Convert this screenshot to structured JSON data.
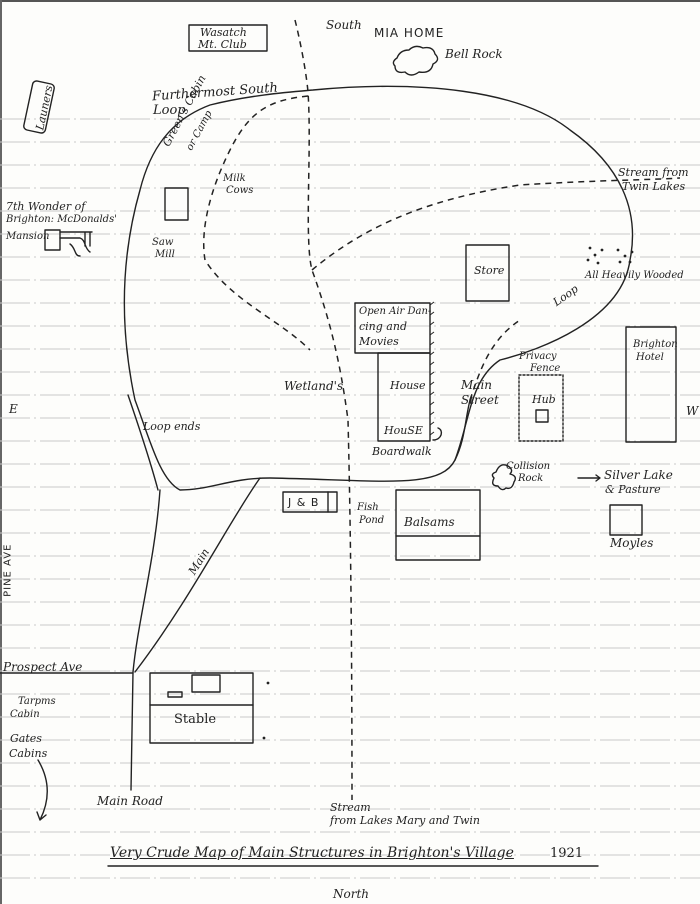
{
  "map": {
    "title": "Very Crude Map of Main Structures in Brighton's Village",
    "year": "1921",
    "compass": {
      "top": "South",
      "bottom": "North",
      "right": "W",
      "left": "E"
    },
    "labels": {
      "wasatch_1": "Wasatch",
      "wasatch_2": "Mt. Club",
      "mia_home": "MIA HOME",
      "bell_rock": "Bell Rock",
      "launers": "Launers",
      "further_1": "Furthermost South",
      "further_2": "Loop",
      "greens_cabin": "Green's Cabin",
      "or_camp": "or Camp",
      "milk_cows_1": "Milk",
      "milk_cows_2": "Cows",
      "wonder_1": "7th Wonder of",
      "wonder_2": "Brighton: McDonalds'",
      "wonder_3": "Mansion",
      "saw_mill_1": "Saw",
      "saw_mill_2": "Mill",
      "stream_twin_1": "Stream from",
      "stream_twin_2": "Twin Lakes",
      "store": "Store",
      "heavily_wooded": "All Heavily Wooded",
      "loop": "Loop",
      "dancing_1": "Open Air Dan-",
      "dancing_2": "cing and",
      "dancing_3": "Movies",
      "wetlands": "Wetland's",
      "house_1": "House",
      "house_2": "HouSE",
      "boardwalk": "Boardwalk",
      "main_street_1": "Main",
      "main_street_2": "Street",
      "privacy_1": "Privacy",
      "privacy_2": "Fence",
      "hub": "Hub",
      "brighton_hotel_1": "Brighton",
      "brighton_hotel_2": "Hotel",
      "loop_ends": "Loop ends",
      "jb": "J & B",
      "fish_pond_1": "Fish",
      "fish_pond_2": "Pond",
      "balsams": "Balsams",
      "collision_rock_1": "Collision",
      "collision_rock_2": "Rock",
      "silver_lake_1": "Silver Lake",
      "silver_lake_2": "& Pasture",
      "moyles": "Moyles",
      "pine_ave": "PINE AVE",
      "main_diag": "Main",
      "prospect_ave": "Prospect Ave",
      "tarpms_1": "Tarpms",
      "tarpms_2": "Cabin",
      "gates_1": "Gates",
      "gates_2": "Cabins",
      "stable": "Stable",
      "main_road": "Main Road",
      "stream_mary_1": "Stream",
      "stream_mary_2": "from Lakes Mary and Twin"
    }
  }
}
